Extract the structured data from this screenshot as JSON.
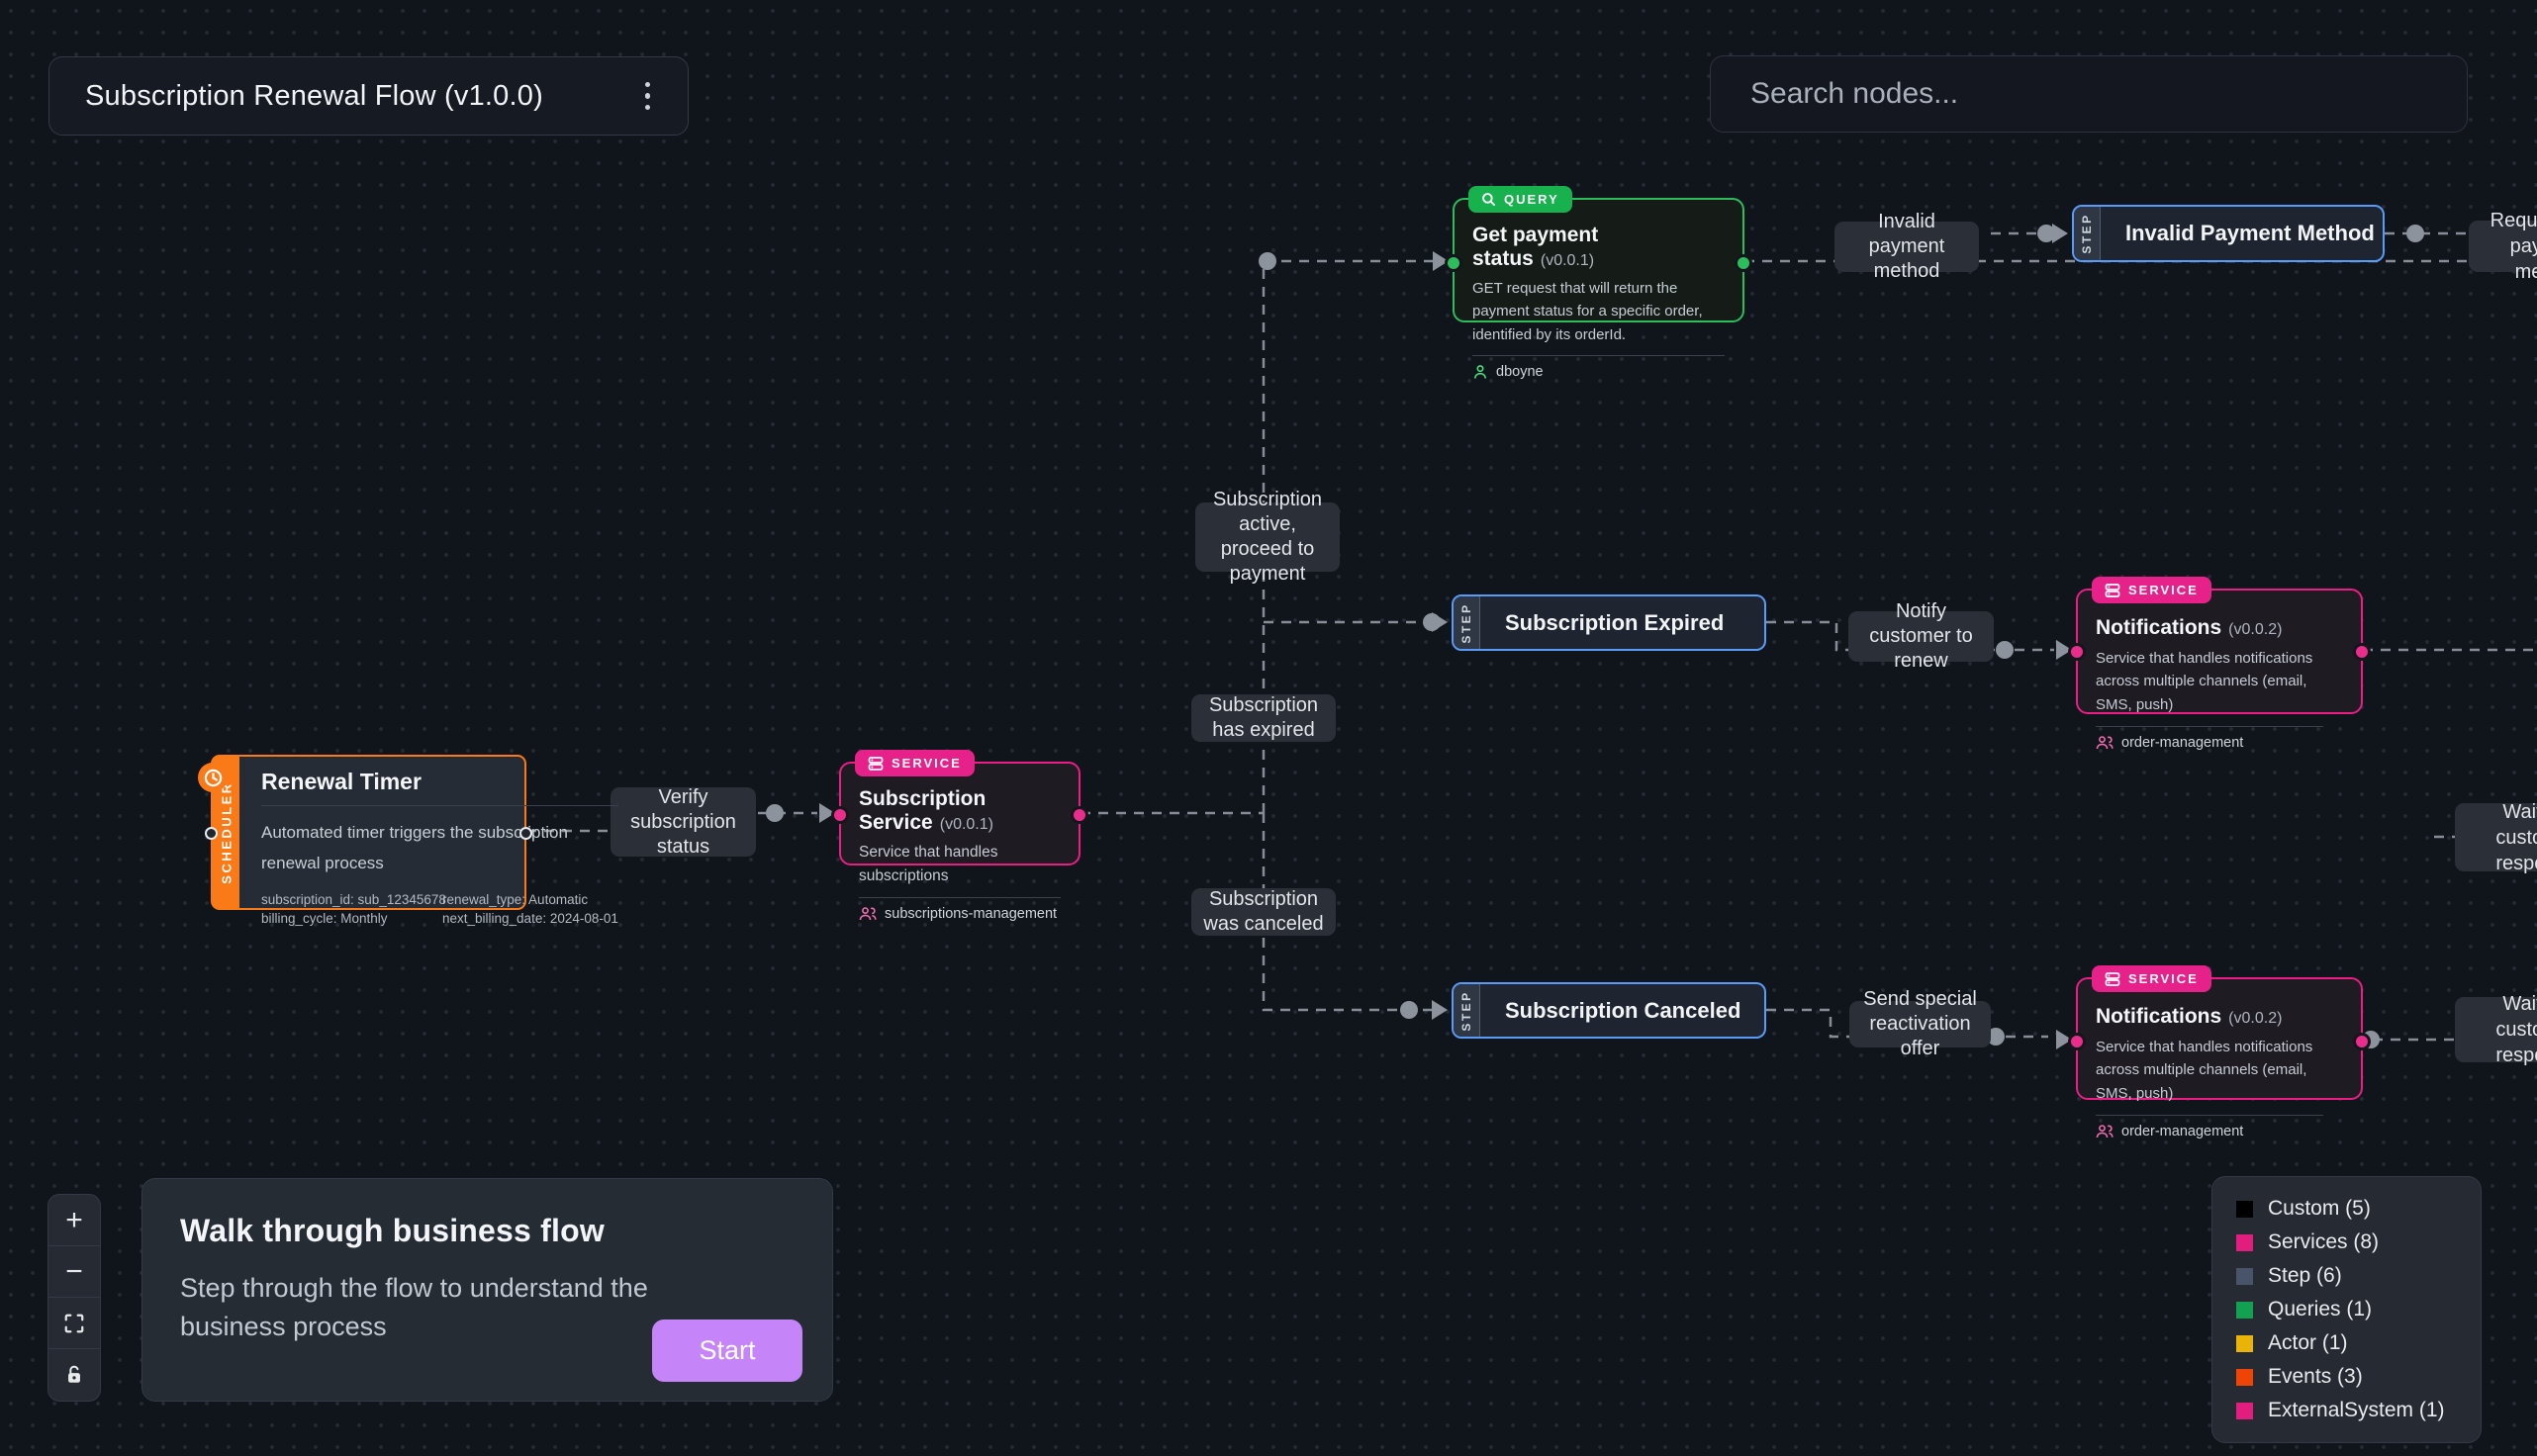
{
  "header": {
    "title": "Subscription Renewal Flow (v1.0.0)",
    "search_placeholder": "Search nodes..."
  },
  "nodes": {
    "renewal_timer": {
      "type_label": "SCHEDULER",
      "title": "Renewal Timer",
      "description": "Automated timer triggers the subscription renewal process",
      "metadata": [
        "subscription_id: sub_12345678",
        "renewal_type: Automatic",
        "billing_cycle: Monthly",
        "next_billing_date: 2024-08-01"
      ]
    },
    "subscription_service": {
      "type_label": "SERVICE",
      "title": "Subscription Service",
      "version": "(v0.0.1)",
      "description": "Service that handles subscriptions",
      "owner": "subscriptions-management"
    },
    "get_payment_status": {
      "type_label": "QUERY",
      "title": "Get payment status",
      "version": "(v0.0.1)",
      "description": "GET request that will return the payment status for a specific order, identified by its orderId.",
      "owner": "dboyne"
    },
    "step_invalid": {
      "type_label": "STEP",
      "title": "Invalid Payment Method"
    },
    "step_expired": {
      "type_label": "STEP",
      "title": "Subscription Expired"
    },
    "step_canceled": {
      "type_label": "STEP",
      "title": "Subscription Canceled"
    },
    "notifications": {
      "type_label": "SERVICE",
      "title": "Notifications",
      "version": "(v0.0.2)",
      "description": "Service that handles notifications across multiple channels (email, SMS, push)",
      "owner": "order-management"
    },
    "cutoff_request_payment": "Request new payment method",
    "cutoff_wait_response": "Wait for customer response"
  },
  "edge_labels": {
    "verify": "Verify subscription status",
    "active": "Subscription active, proceed to payment",
    "invalid": "Invalid payment method",
    "expired": "Subscription has expired",
    "canceled": "Subscription was canceled",
    "notify": "Notify customer to renew",
    "offer": "Send special reactivation offer"
  },
  "walkthrough": {
    "title": "Walk through business flow",
    "body": "Step through the flow to understand the business process",
    "start_label": "Start"
  },
  "controls": {
    "zoom_in": "+",
    "zoom_out": "−"
  },
  "legend": {
    "items": [
      {
        "label": "Custom (5)",
        "color": "#000000"
      },
      {
        "label": "Services (8)",
        "color": "#e11d7e"
      },
      {
        "label": "Step (6)",
        "color": "#4a5468"
      },
      {
        "label": "Queries (1)",
        "color": "#12a150"
      },
      {
        "label": "Actor (1)",
        "color": "#eab308"
      },
      {
        "label": "Events (3)",
        "color": "#ee4405"
      },
      {
        "label": "ExternalSystem (1)",
        "color": "#e11d7e"
      }
    ]
  },
  "accent_colors": {
    "service_pink": "#ea1e85",
    "query_green": "#2dbd5c",
    "step_blue": "#5b9bf8",
    "scheduler_orange": "#f97a16",
    "start_purple": "#c585f9"
  }
}
